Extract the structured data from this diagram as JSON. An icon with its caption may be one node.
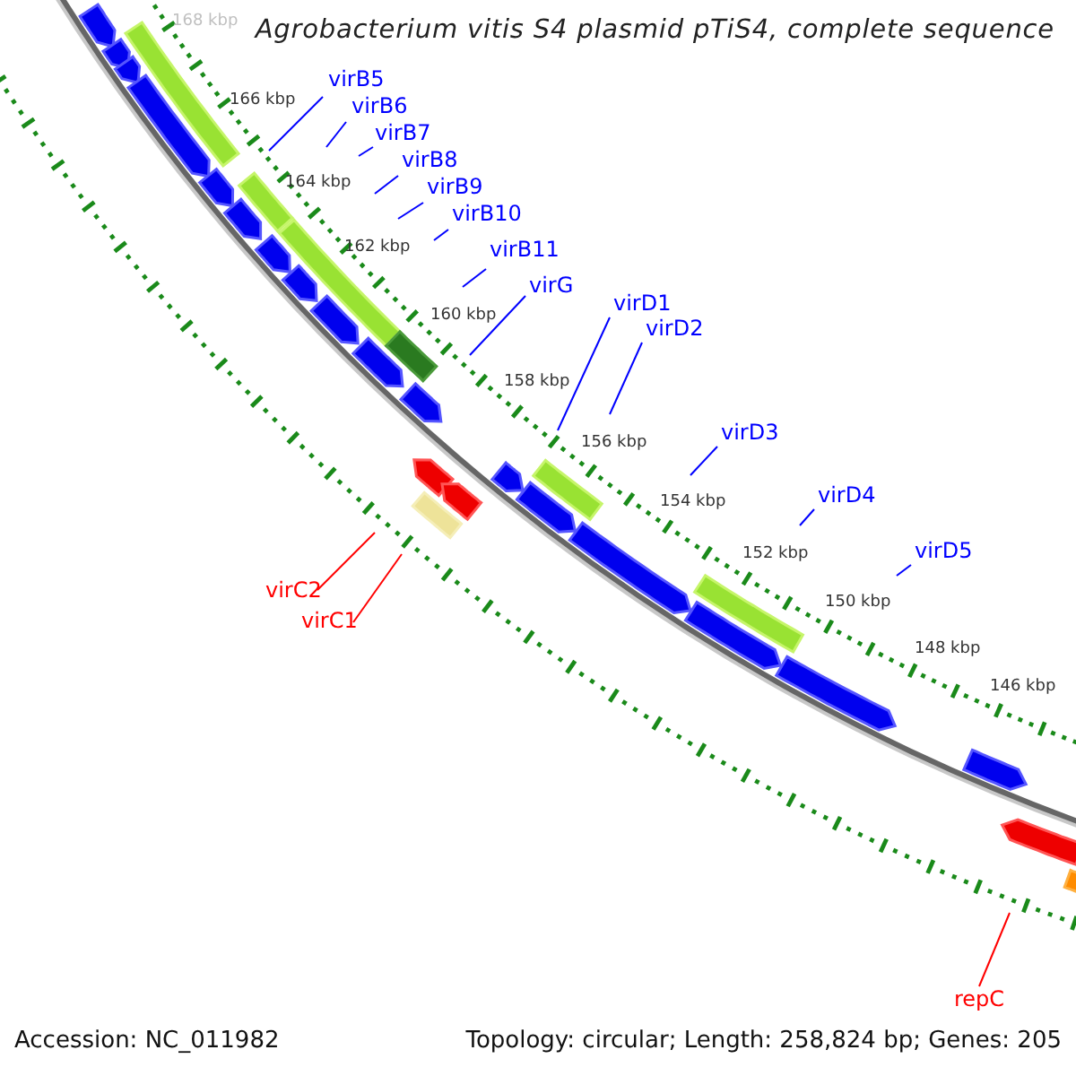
{
  "diagram": {
    "title": "Agrobacterium vitis S4 plasmid pTiS4, complete sequence",
    "nodes": [
      {
        "text": [
          "virB5"
        ]
      },
      {
        "text": [
          "virB6"
        ]
      },
      {
        "text": [
          "virB7"
        ]
      },
      {
        "text": [
          "virB8"
        ]
      },
      {
        "text": [
          "virB9"
        ]
      },
      {
        "text": [
          "virB10"
        ]
      },
      {
        "text": [
          "virB11"
        ]
      },
      {
        "text": [
          "virG"
        ]
      },
      {
        "text": [
          "virD1"
        ]
      },
      {
        "text": [
          "virD2"
        ]
      },
      {
        "text": [
          "virD3"
        ]
      },
      {
        "text": [
          "virD4"
        ]
      },
      {
        "text": [
          "virD5"
        ]
      },
      {
        "text": [
          "virC2"
        ]
      },
      {
        "text": [
          "virC1"
        ]
      },
      {
        "text": [
          "repC"
        ]
      }
    ],
    "edges": [
      {
        "from": 0,
        "to": null,
        "arrow": "none"
      },
      {
        "from": 1,
        "to": null,
        "arrow": "none"
      },
      {
        "from": 2,
        "to": null,
        "arrow": "none"
      },
      {
        "from": 3,
        "to": null,
        "arrow": "none"
      },
      {
        "from": 4,
        "to": null,
        "arrow": "none"
      },
      {
        "from": 5,
        "to": null,
        "arrow": "none"
      },
      {
        "from": 6,
        "to": null,
        "arrow": "none"
      },
      {
        "from": 7,
        "to": null,
        "arrow": "none"
      },
      {
        "from": 8,
        "to": null,
        "arrow": "none"
      },
      {
        "from": 9,
        "to": null,
        "arrow": "none"
      },
      {
        "from": 10,
        "to": null,
        "arrow": "none"
      },
      {
        "from": 11,
        "to": null,
        "arrow": "none"
      },
      {
        "from": 12,
        "to": null,
        "arrow": "none"
      },
      {
        "from": 13,
        "to": null,
        "arrow": "none",
        "color": "#ff0000"
      },
      {
        "from": 14,
        "to": null,
        "arrow": "none",
        "color": "#ff0000"
      },
      {
        "from": 15,
        "to": null,
        "arrow": "none",
        "color": "#ff0000"
      }
    ],
    "labels": [
      "168 kbp",
      "166 kbp",
      "164 kbp",
      "162 kbp",
      "160 kbp",
      "158 kbp",
      "156 kbp",
      "154 kbp",
      "152 kbp",
      "150 kbp",
      "148 kbp",
      "146 kbp",
      "Accession: NC_011982",
      "Topology: circular; Length: 258,824 bp; Genes: 205"
    ]
  }
}
